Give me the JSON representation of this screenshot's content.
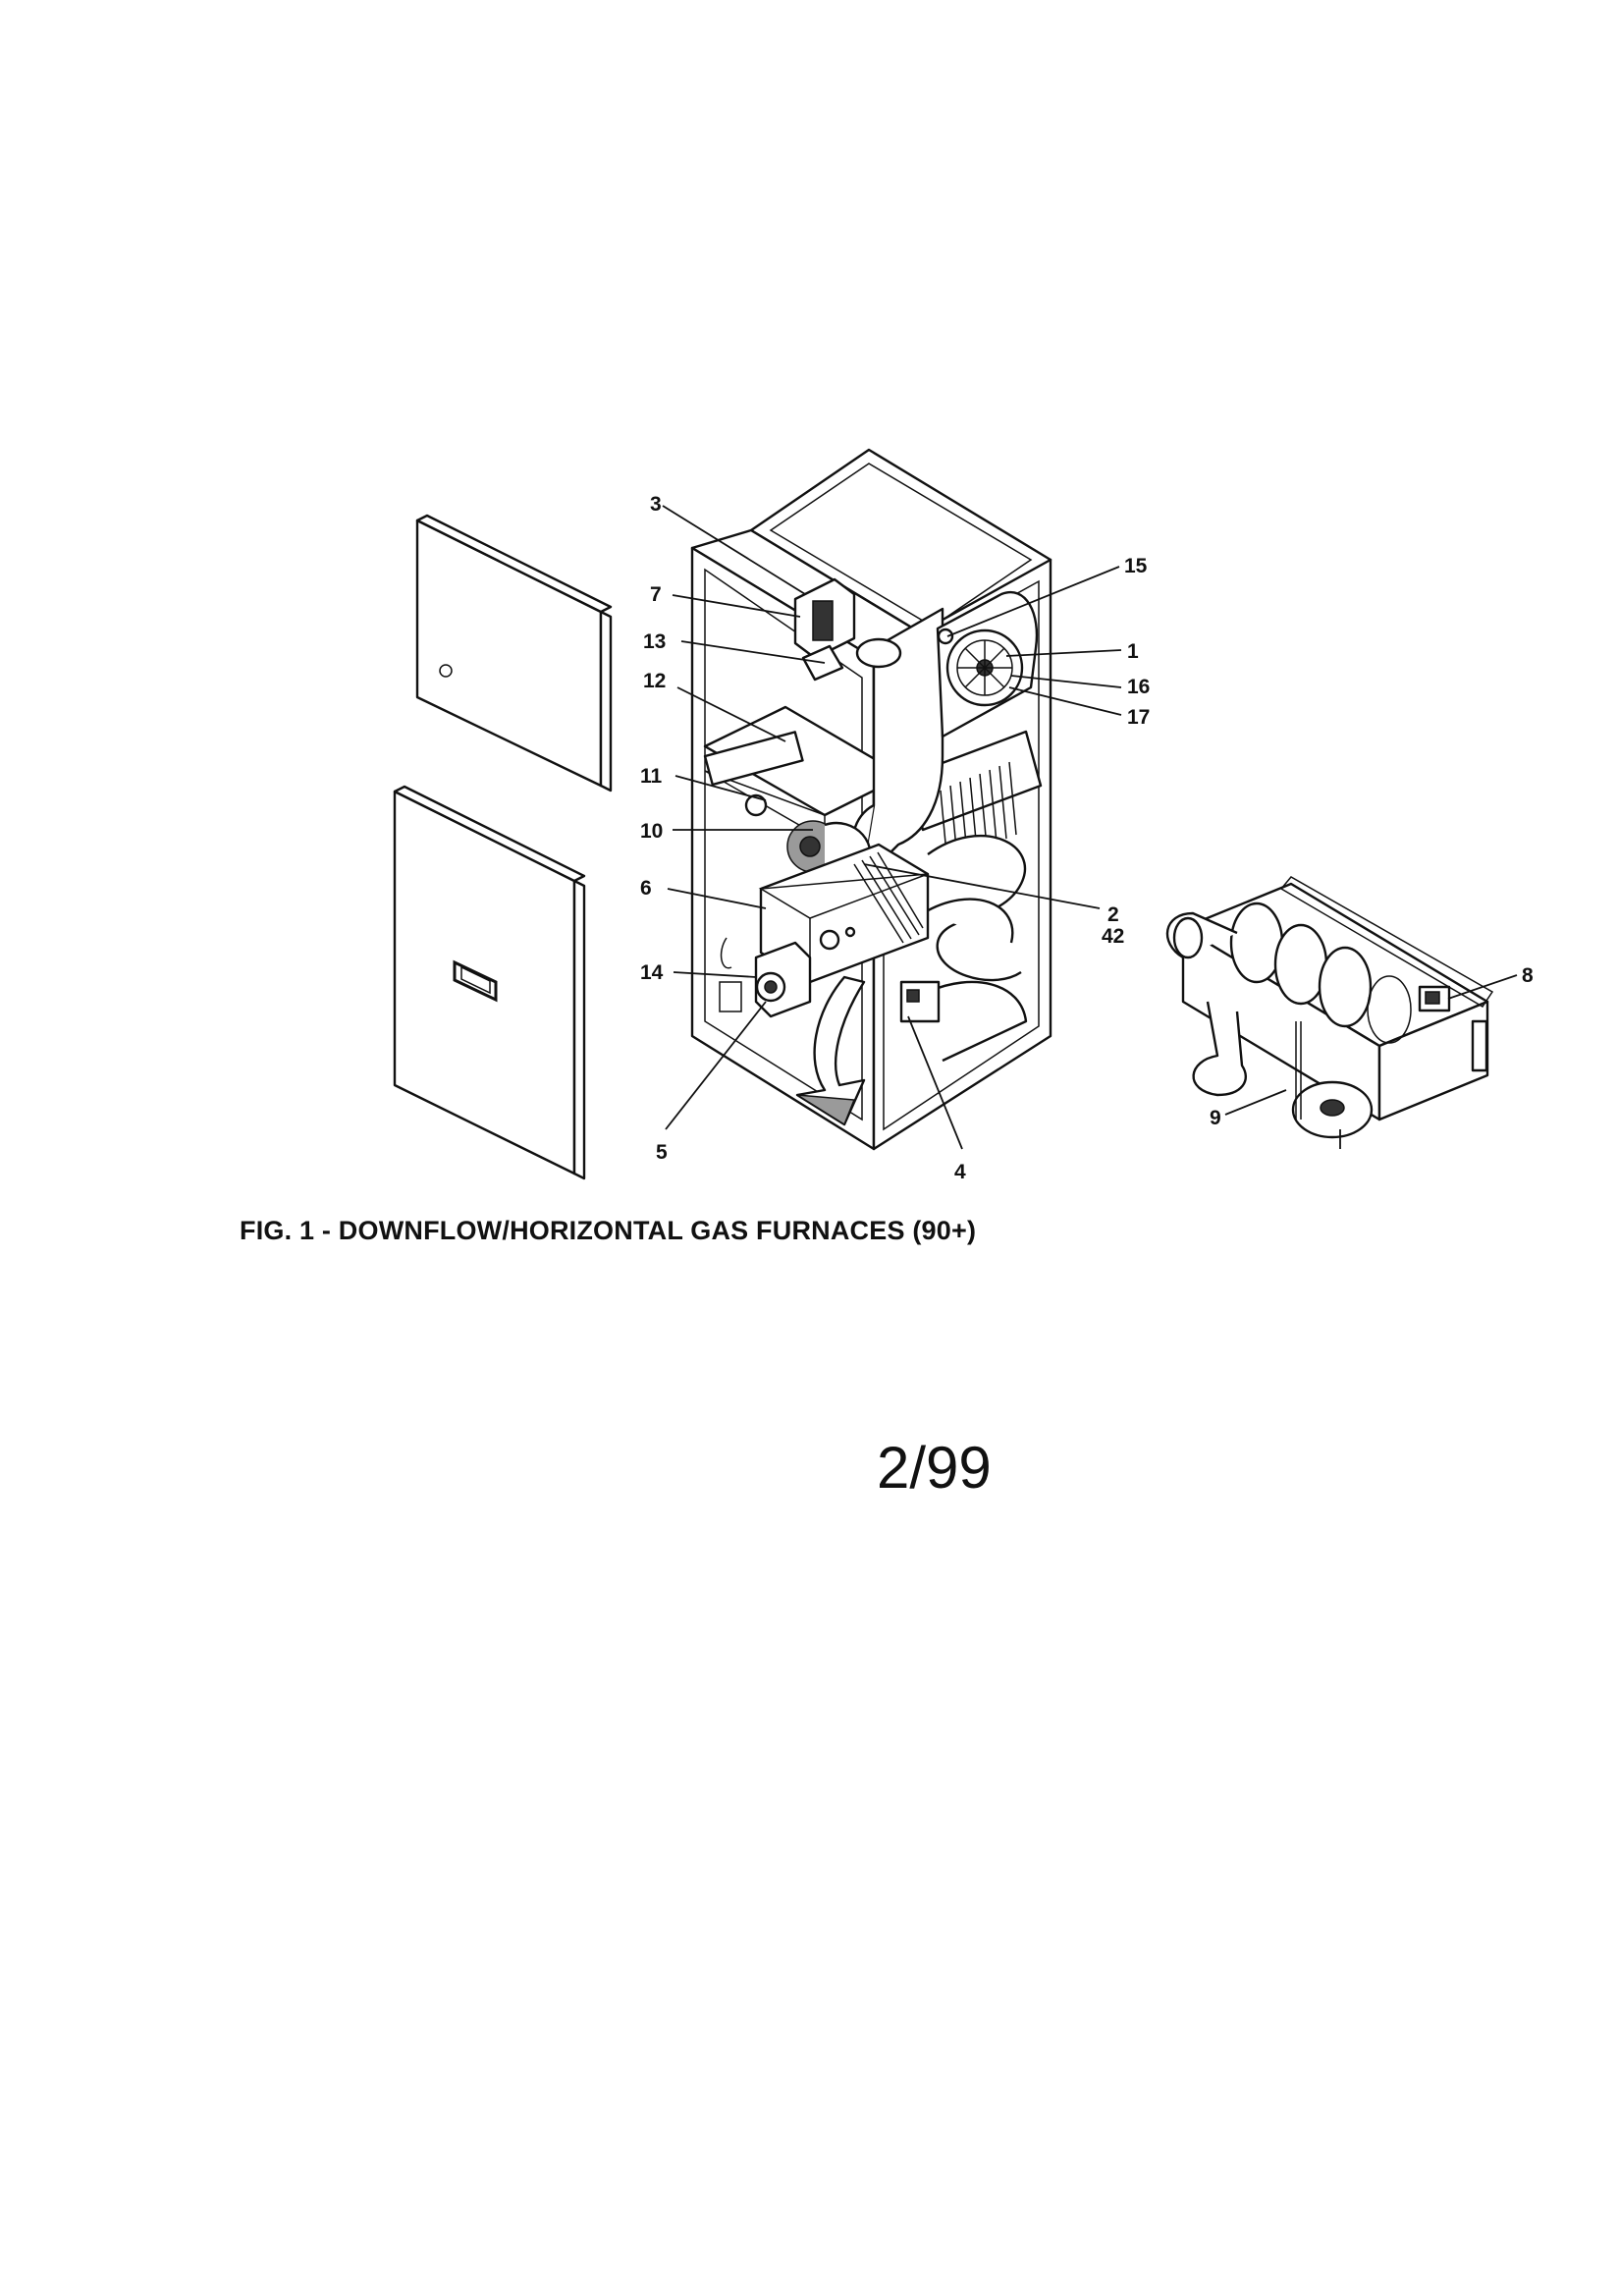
{
  "figure": {
    "caption": "FIG. 1 - DOWNFLOW/HORIZONTAL GAS FURNACES (90+)",
    "date_code": "2/99"
  },
  "callouts": [
    "1",
    "2",
    "3",
    "4",
    "5",
    "6",
    "7",
    "8",
    "9",
    "10",
    "11",
    "12",
    "13",
    "14",
    "15",
    "16",
    "17",
    "42"
  ],
  "colors": {
    "ink": "#111111",
    "paper": "#ffffff",
    "shade": "#9a9a9a"
  }
}
